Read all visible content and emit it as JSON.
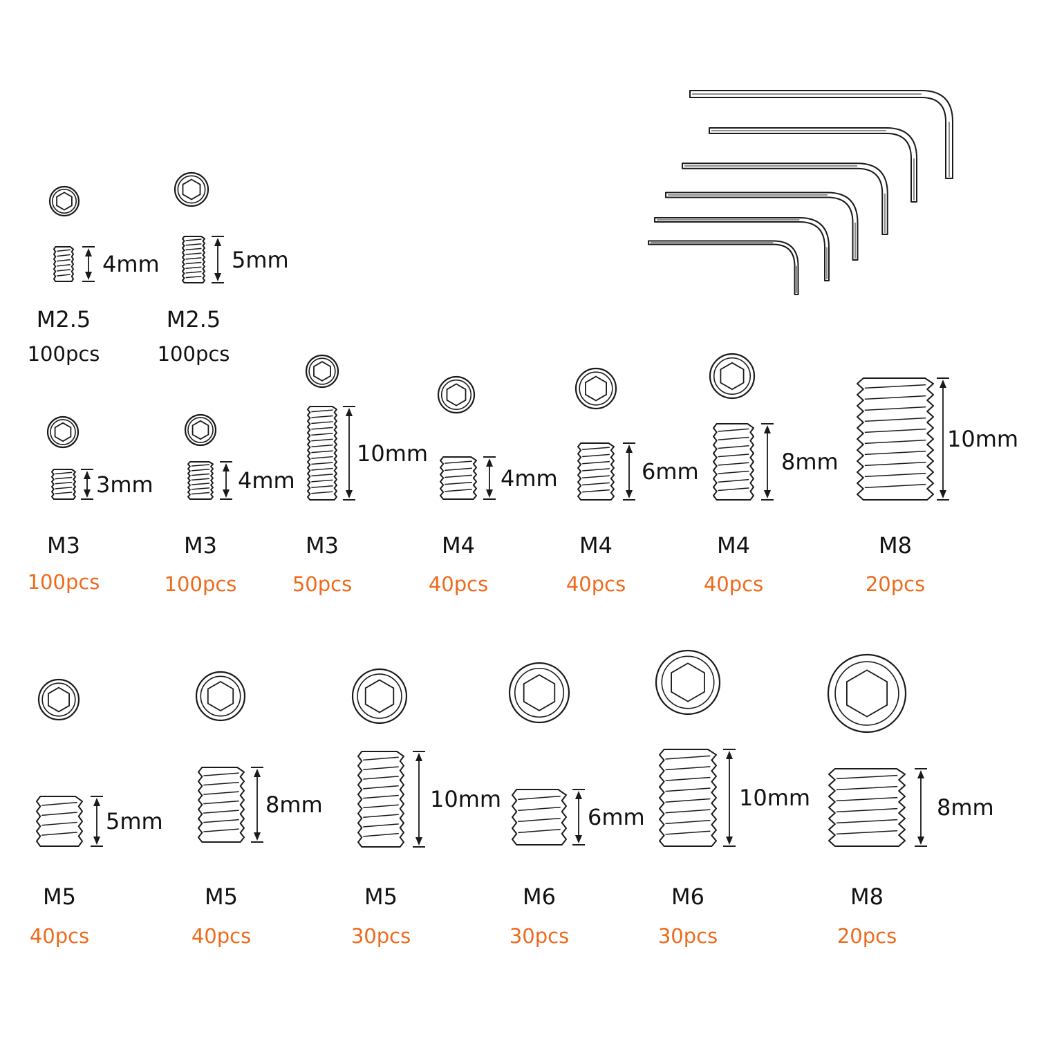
{
  "colors": {
    "ink": "#1a1a1a",
    "qty_orange": "#ee6a1c",
    "qty_black": "#111111"
  },
  "hex_keys": {
    "count": 6,
    "icon": "hex-key-icon"
  },
  "screws": [
    {
      "size": "M2.5",
      "length": "4mm",
      "qty": "100pcs",
      "qty_color": "#111111"
    },
    {
      "size": "M2.5",
      "length": "5mm",
      "qty": "100pcs",
      "qty_color": "#111111"
    },
    {
      "size": "M3",
      "length": "3mm",
      "qty": "100pcs",
      "qty_color": "#ee6a1c"
    },
    {
      "size": "M3",
      "length": "4mm",
      "qty": "100pcs",
      "qty_color": "#ee6a1c"
    },
    {
      "size": "M3",
      "length": "10mm",
      "qty": "50pcs",
      "qty_color": "#ee6a1c"
    },
    {
      "size": "M4",
      "length": "4mm",
      "qty": "40pcs",
      "qty_color": "#ee6a1c"
    },
    {
      "size": "M4",
      "length": "6mm",
      "qty": "40pcs",
      "qty_color": "#ee6a1c"
    },
    {
      "size": "M4",
      "length": "8mm",
      "qty": "40pcs",
      "qty_color": "#ee6a1c"
    },
    {
      "size": "M8",
      "length": "10mm",
      "qty": "20pcs",
      "qty_color": "#ee6a1c"
    },
    {
      "size": "M5",
      "length": "5mm",
      "qty": "40pcs",
      "qty_color": "#ee6a1c"
    },
    {
      "size": "M5",
      "length": "8mm",
      "qty": "40pcs",
      "qty_color": "#ee6a1c"
    },
    {
      "size": "M5",
      "length": "10mm",
      "qty": "30pcs",
      "qty_color": "#ee6a1c"
    },
    {
      "size": "M6",
      "length": "6mm",
      "qty": "30pcs",
      "qty_color": "#ee6a1c"
    },
    {
      "size": "M6",
      "length": "10mm",
      "qty": "30pcs",
      "qty_color": "#ee6a1c"
    },
    {
      "size": "M8",
      "length": "8mm",
      "qty": "20pcs",
      "qty_color": "#ee6a1c"
    }
  ]
}
